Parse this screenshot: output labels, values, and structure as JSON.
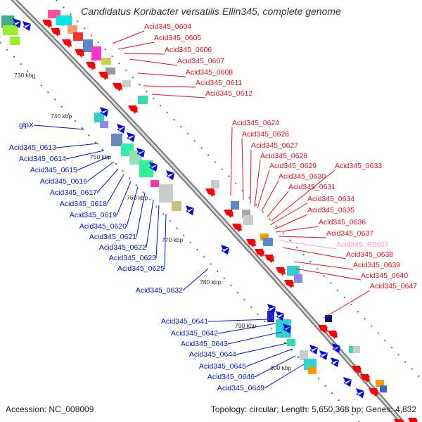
{
  "title": "Candidatus Koribacter versatilis Ellin345, complete genome",
  "accession": "Accession: NC_008009",
  "topology": "Topology: circular; Length: 5,650,368 bp; Genes: 4,832",
  "colors": {
    "forward_label": "#e8101a",
    "reverse_label": "#0010d0",
    "rna_label": "#ff9fc8",
    "forward_gene": "#ff0000",
    "reverse_gene": "#0000ee",
    "backbone": "#888888",
    "gc_dots": "#2f8f1f"
  },
  "scale_ticks": [
    {
      "label": "730 kbp"
    },
    {
      "label": "740 kbp"
    },
    {
      "label": "750 kbp"
    },
    {
      "label": "760 kbp"
    },
    {
      "label": "770 kbp"
    },
    {
      "label": "780 kbp"
    },
    {
      "label": "790 kbp"
    },
    {
      "label": "800 kbp"
    }
  ],
  "labels_right": [
    {
      "text": "Acid345_0604"
    },
    {
      "text": "Acid345_0605"
    },
    {
      "text": "Acid345_0606"
    },
    {
      "text": "Acid345_0607"
    },
    {
      "text": "Acid345_0608"
    },
    {
      "text": "Acid345_0611"
    },
    {
      "text": "Acid345_0612"
    }
  ],
  "labels_middle": [
    {
      "text": "Acid345_0624"
    },
    {
      "text": "Acid345_0626"
    },
    {
      "text": "Acid345_0627"
    },
    {
      "text": "Acid345_0628"
    },
    {
      "text": "Acid345_0629"
    },
    {
      "text": "Acid345_0630"
    },
    {
      "text": "Acid345_0633"
    },
    {
      "text": "Acid345_0631"
    },
    {
      "text": "Acid345_0634"
    },
    {
      "text": "Acid345_0635"
    },
    {
      "text": "Acid345_0636"
    },
    {
      "text": "Acid345_0637"
    },
    {
      "text": "Acid345_R0007"
    },
    {
      "text": "Acid345_0638"
    },
    {
      "text": "Acid345_0639"
    },
    {
      "text": "Acid345_0640"
    },
    {
      "text": "Acid345_0647"
    }
  ],
  "labels_left": [
    {
      "text": "glpX"
    },
    {
      "text": "Acid345_0613"
    },
    {
      "text": "Acid345_0614"
    },
    {
      "text": "Acid345_0615"
    },
    {
      "text": "Acid345_0616"
    },
    {
      "text": "Acid345_0617"
    },
    {
      "text": "Acid345_0618"
    },
    {
      "text": "Acid345_0619"
    },
    {
      "text": "Acid345_0620"
    },
    {
      "text": "Acid345_0621"
    },
    {
      "text": "Acid345_0622"
    },
    {
      "text": "Acid345_0623"
    },
    {
      "text": "Acid345_0625"
    },
    {
      "text": "Acid345_0632"
    }
  ],
  "labels_bottom": [
    {
      "text": "Acid345_0641"
    },
    {
      "text": "Acid345_0642"
    },
    {
      "text": "Acid345_0643"
    },
    {
      "text": "Acid345_0644"
    },
    {
      "text": "Acid345_0645"
    },
    {
      "text": "Acid345_0646"
    },
    {
      "text": "Acid345_0649"
    }
  ]
}
